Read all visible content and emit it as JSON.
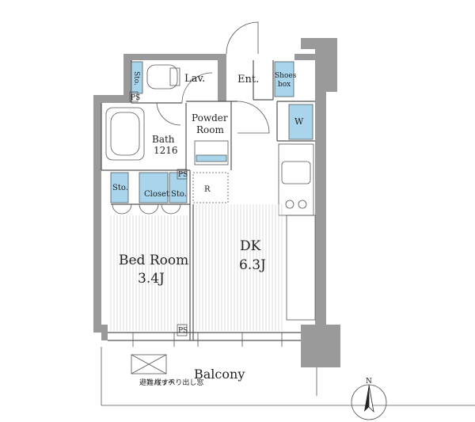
{
  "rooms": {
    "lavatory": "Lav.",
    "entrance": "Ent.",
    "shoes_box_line1": "Shoes",
    "shoes_box_line2": "box",
    "storage_small": "Sto.",
    "w": "W",
    "powder_line1": "Powder",
    "powder_line2": "Room",
    "bath_line1": "Bath",
    "bath_line2": "1216",
    "ps": "PS",
    "closet": "Closet",
    "refrigerator": "R",
    "bedroom_name": "Bed Room",
    "bedroom_size": "3.4J",
    "dk_name": "DK",
    "dk_size": "6.3J",
    "balcony": "Balcony",
    "evacuation_hatch": "避難ハッチ",
    "balcony_note": "縦すべり出し窓",
    "north": "N"
  },
  "colors": {
    "wall": "#9a9a9a",
    "storage": "#a8d4ec",
    "line": "#555555"
  }
}
